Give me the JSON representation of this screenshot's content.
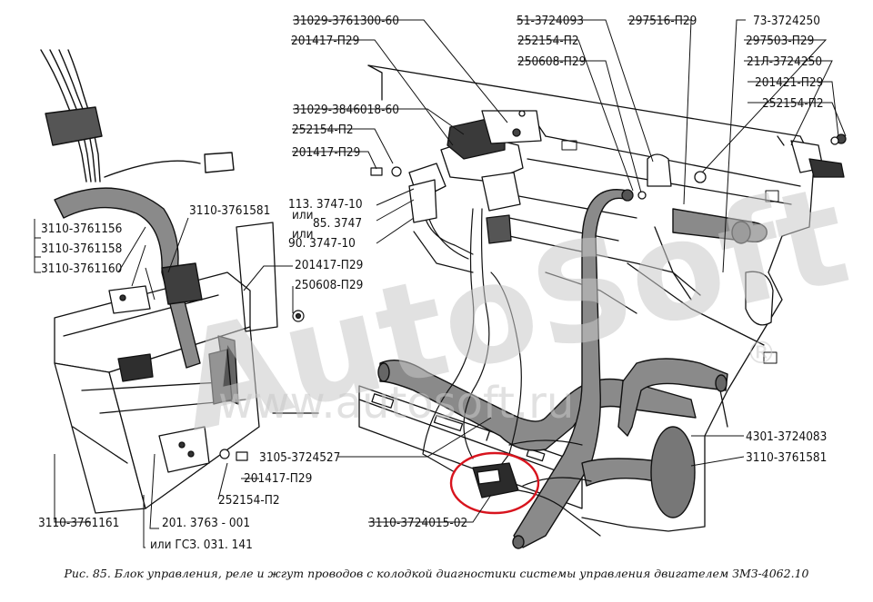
{
  "labels": {
    "p01": "31029-3761300-60",
    "p02": "201417-П29",
    "p03": "31029-3846018-60",
    "p04": "252154-П2",
    "p05": "201417-П29",
    "p06a": "113. 3747-10",
    "p06b": "или",
    "p06c": "85. 3747",
    "p06d": "или",
    "p06e": "90. 3747-10",
    "p07": "3110-3761156",
    "p08": "3110-3761158",
    "p09": "3110-3761160",
    "p10": "3110-3761581",
    "p11": "201417-П29",
    "p12": "250608-П29",
    "p13": "51-3724093",
    "p14": "252154-П2",
    "p15": "250608-П29",
    "p16": "297516-П29",
    "p17": "73-3724250",
    "p18": "297503-П29",
    "p19": "21Л-3724250",
    "p20": "201421-П29",
    "p21": "252154-П2",
    "p22": "4301-3724083",
    "p23": "3110-3761581",
    "p24": "3105-3724527",
    "p25": "3110-3724015-02",
    "p26": "201417-П29",
    "p27": "252154-П2",
    "p28": "3110-3761161",
    "p29": "201. 3763 - 001",
    "p30": "или  ГСЗ. 031. 141"
  },
  "caption": "Рис. 85. Блок управления, реле и жгут проводов с колодкой диагностики системы управления двигателем ЗМЗ-4062.10",
  "watermark": {
    "brand": "AutoSoft",
    "site": "www.autosoft.ru",
    "mark": "®"
  },
  "colors": {
    "ink": "#111111",
    "highlight_circle": "#d8141e",
    "paper": "#ffffff"
  }
}
